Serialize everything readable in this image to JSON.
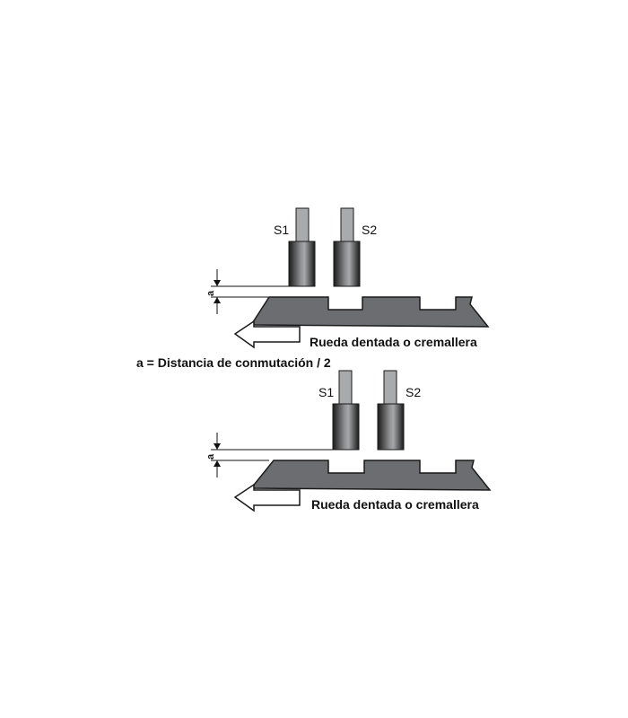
{
  "colors": {
    "rack_fill": "#6b6d70",
    "rack_stroke": "#1a1a1a",
    "sensor_stem": "#a9aaac",
    "sensor_body_dark": "#1f1f1f",
    "sensor_body_light": "#b0b1b3",
    "line": "#111111"
  },
  "top": {
    "sensor1_label": "S1",
    "sensor2_label": "S2",
    "gap_label": "a",
    "rack_caption": "Rueda dentada o cremallera"
  },
  "formula": "a = Distancia de conmutación / 2",
  "bottom": {
    "sensor1_label": "S1",
    "sensor2_label": "S2",
    "gap_label": "a",
    "rack_caption": "Rueda dentada o cremallera"
  }
}
